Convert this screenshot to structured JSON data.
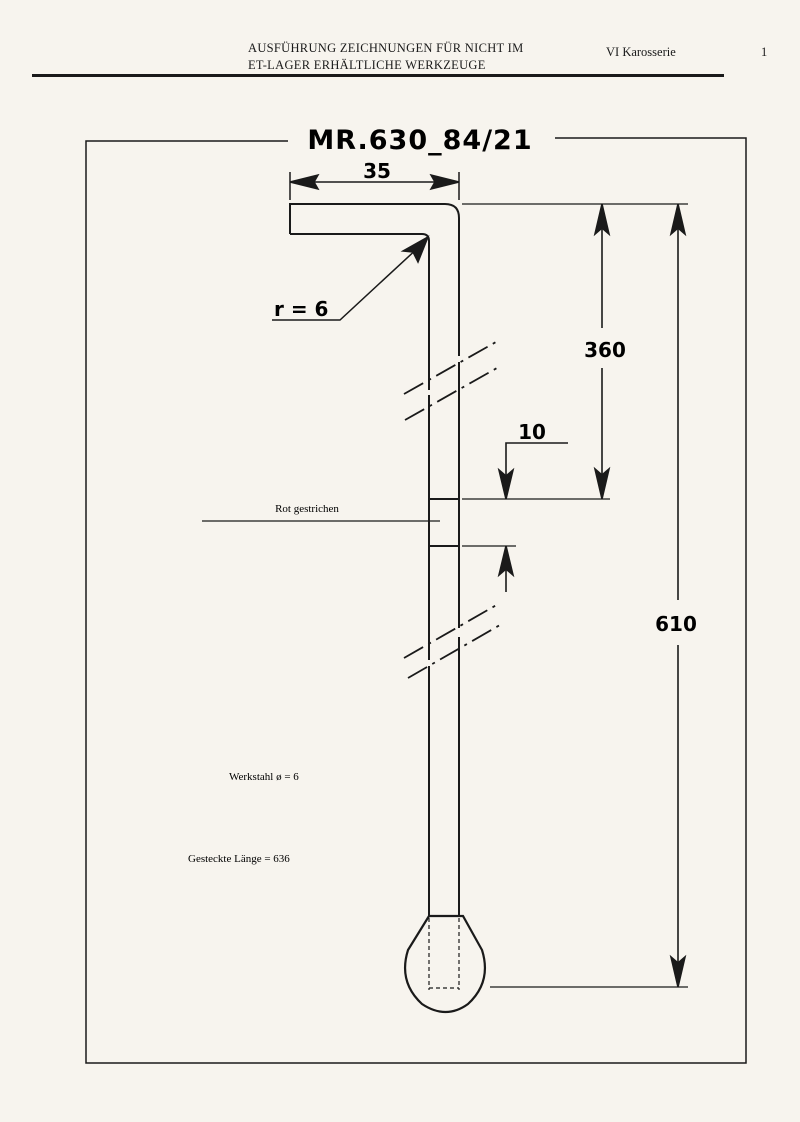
{
  "header": {
    "title_line1": "AUSFÜHRUNG ZEICHNUNGEN FÜR NICHT IM",
    "title_line2": "ET-LAGER ERHÄLTLICHE WERKZEUGE",
    "section": "VI Karosserie",
    "page_number": "1"
  },
  "drawing": {
    "part_number": "MR.630_84/21",
    "dim_width": "35",
    "dim_radius": "r = 6",
    "dim_mark_position": "360",
    "dim_mark_width": "10",
    "dim_total_length": "610",
    "note_paint": "Rot gestrichen",
    "note_material": "Werkstahl ø = 6",
    "note_length": "Gesteckte Länge = 636"
  }
}
